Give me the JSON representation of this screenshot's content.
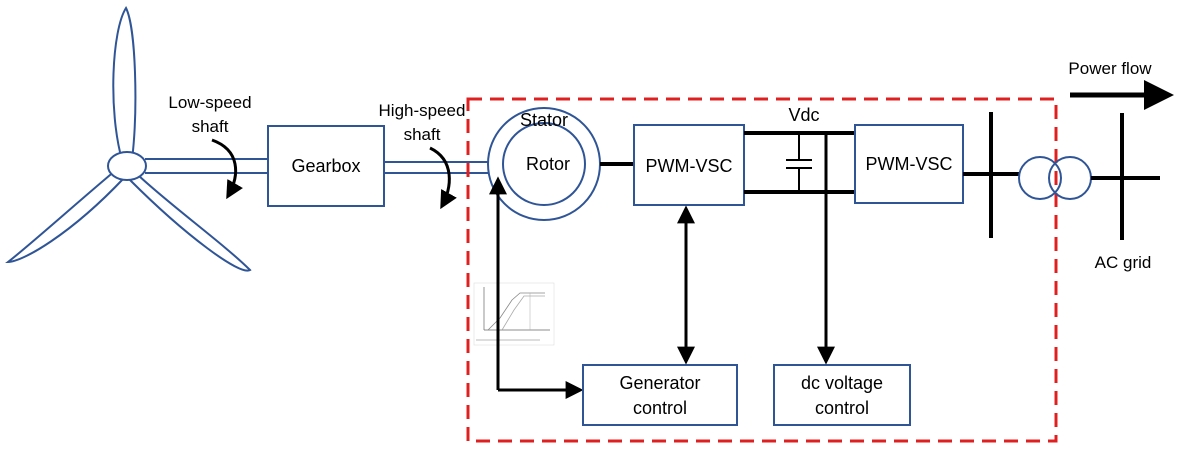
{
  "colors": {
    "box_stroke": "#2f5597",
    "line": "#000000",
    "boundary_dash": "#e02020",
    "background": "#ffffff"
  },
  "labels": {
    "low_speed_shaft_line1": "Low-speed",
    "low_speed_shaft_line2": "shaft",
    "high_speed_shaft_line1": "High-speed",
    "high_speed_shaft_line2": "shaft",
    "gearbox": "Gearbox",
    "stator": "Stator",
    "rotor": "Rotor",
    "pwm_vsc_left": "PWM-VSC",
    "pwm_vsc_right": "PWM-VSC",
    "vdc": "Vdc",
    "power_flow": "Power flow",
    "ac_grid": "AC grid",
    "generator_control_line1": "Generator",
    "generator_control_line2": "control",
    "dc_voltage_control_line1": "dc voltage",
    "dc_voltage_control_line2": "control"
  },
  "icons": {
    "turbine": "wind-turbine-icon",
    "capacitor": "capacitor-icon",
    "transformer": "transformer-icon",
    "inset_chart": "inset-chart-thumbnail"
  }
}
